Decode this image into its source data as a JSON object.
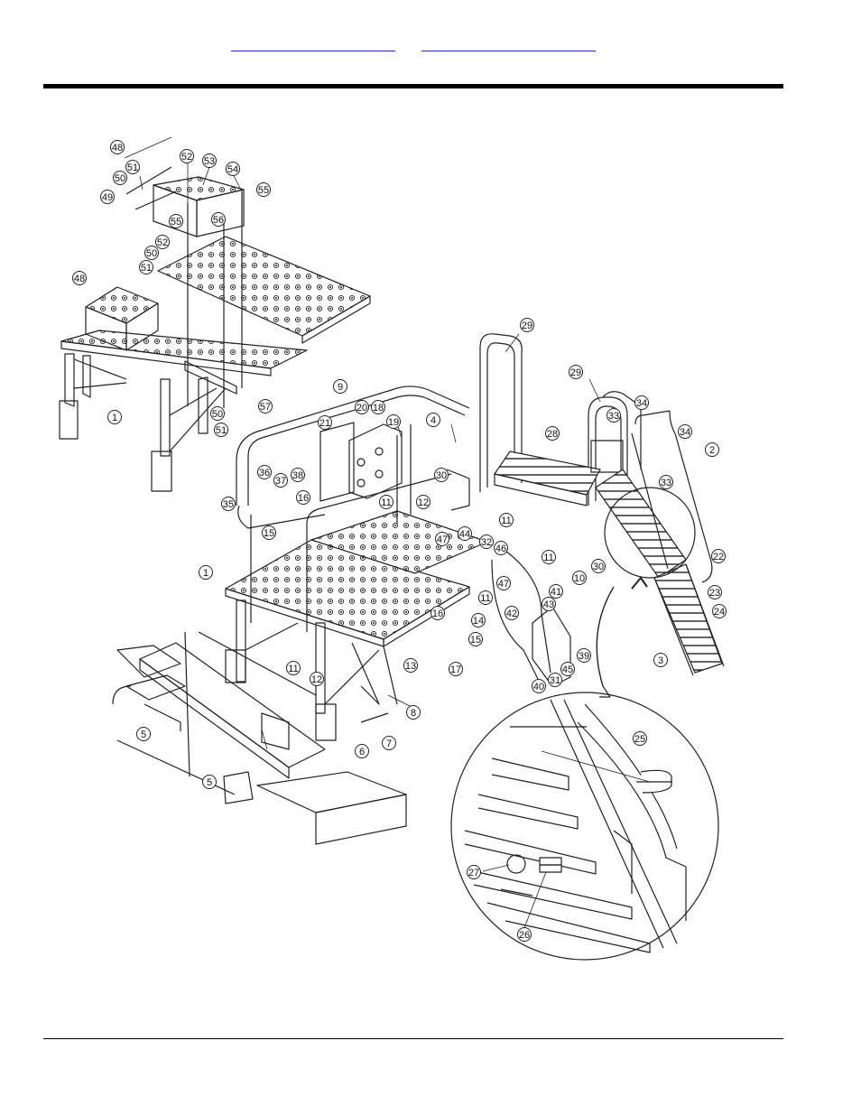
{
  "header": {
    "links": [
      "",
      ""
    ]
  },
  "diagram": {
    "callouts": [
      {
        "n": "48"
      },
      {
        "n": "51"
      },
      {
        "n": "52"
      },
      {
        "n": "53"
      },
      {
        "n": "54"
      },
      {
        "n": "50"
      },
      {
        "n": "55"
      },
      {
        "n": "49"
      },
      {
        "n": "55"
      },
      {
        "n": "56"
      },
      {
        "n": "52"
      },
      {
        "n": "50"
      },
      {
        "n": "51"
      },
      {
        "n": "48"
      },
      {
        "n": "1"
      },
      {
        "n": "50"
      },
      {
        "n": "51"
      },
      {
        "n": "57"
      },
      {
        "n": "29"
      },
      {
        "n": "29"
      },
      {
        "n": "9"
      },
      {
        "n": "20"
      },
      {
        "n": "18"
      },
      {
        "n": "21"
      },
      {
        "n": "19"
      },
      {
        "n": "4"
      },
      {
        "n": "34"
      },
      {
        "n": "33"
      },
      {
        "n": "34"
      },
      {
        "n": "2"
      },
      {
        "n": "33"
      },
      {
        "n": "28"
      },
      {
        "n": "36"
      },
      {
        "n": "37"
      },
      {
        "n": "38"
      },
      {
        "n": "35"
      },
      {
        "n": "16"
      },
      {
        "n": "11"
      },
      {
        "n": "12"
      },
      {
        "n": "30"
      },
      {
        "n": "11"
      },
      {
        "n": "15"
      },
      {
        "n": "32"
      },
      {
        "n": "47"
      },
      {
        "n": "44"
      },
      {
        "n": "46"
      },
      {
        "n": "11"
      },
      {
        "n": "30"
      },
      {
        "n": "10"
      },
      {
        "n": "22"
      },
      {
        "n": "1"
      },
      {
        "n": "47"
      },
      {
        "n": "11"
      },
      {
        "n": "23"
      },
      {
        "n": "24"
      },
      {
        "n": "16"
      },
      {
        "n": "14"
      },
      {
        "n": "41"
      },
      {
        "n": "43"
      },
      {
        "n": "42"
      },
      {
        "n": "15"
      },
      {
        "n": "39"
      },
      {
        "n": "45"
      },
      {
        "n": "13"
      },
      {
        "n": "17"
      },
      {
        "n": "31"
      },
      {
        "n": "40"
      },
      {
        "n": "3"
      },
      {
        "n": "11"
      },
      {
        "n": "12"
      },
      {
        "n": "8"
      },
      {
        "n": "7"
      },
      {
        "n": "6"
      },
      {
        "n": "5"
      },
      {
        "n": "5"
      },
      {
        "n": "25"
      },
      {
        "n": "27"
      },
      {
        "n": "26"
      }
    ]
  }
}
